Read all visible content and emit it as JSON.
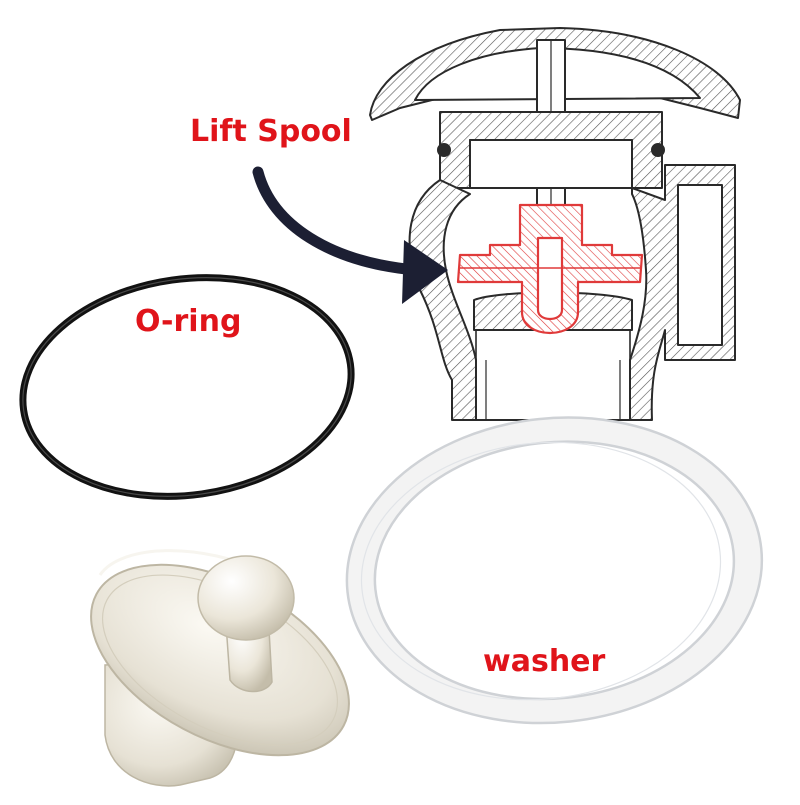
{
  "labels": {
    "lift_spool": "Lift Spool",
    "o_ring": "O-ring",
    "washer": "washer"
  },
  "colors": {
    "label_text": "#e0141a",
    "diagram_line": "#2a2a2a",
    "highlight_part": "#e03a3a",
    "arrow": "#1c1f33",
    "o_ring": "#121212",
    "washer": "#f3f3f3",
    "washer_edge": "#cfd2d6",
    "plug_body": "#ece8dc",
    "plug_shadow": "#c9c3b2"
  },
  "icons": {
    "pointer": "curved-arrow-icon"
  }
}
